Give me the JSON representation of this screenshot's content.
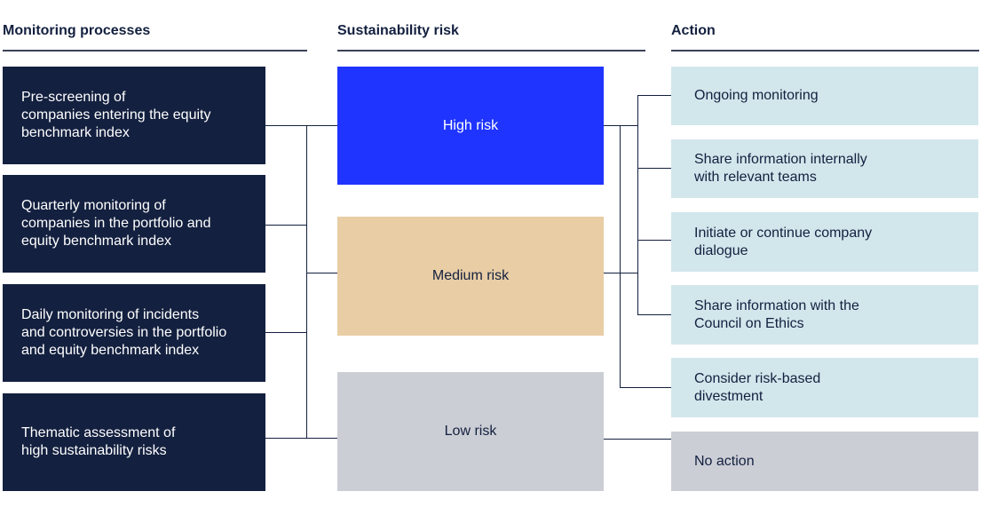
{
  "headers": {
    "monitoring": "Monitoring processes",
    "risk": "Sustainability risk",
    "action": "Action"
  },
  "processes": [
    "Pre-screening of\ncompanies entering the equity\nbenchmark index",
    "Quarterly monitoring of\ncompanies in the portfolio and\nequity benchmark index",
    "Daily monitoring of incidents\nand controversies in the portfolio\nand equity benchmark index",
    "Thematic assessment of\nhigh sustainability risks"
  ],
  "risks": [
    "High risk",
    "Medium risk",
    "Low risk"
  ],
  "actions": [
    "Ongoing monitoring",
    "Share information internally\nwith relevant teams",
    "Initiate or continue company\ndialogue",
    "Share information with the\nCouncil on Ethics",
    "Consider risk-based\ndivestment",
    "No action"
  ],
  "colors": {
    "navy": "#13203f",
    "high_risk": "#1f34ff",
    "medium_risk": "#e8cda5",
    "low_risk": "#ccced6",
    "action_bg": "#d2e7ec",
    "no_action_bg": "#ccced6"
  }
}
